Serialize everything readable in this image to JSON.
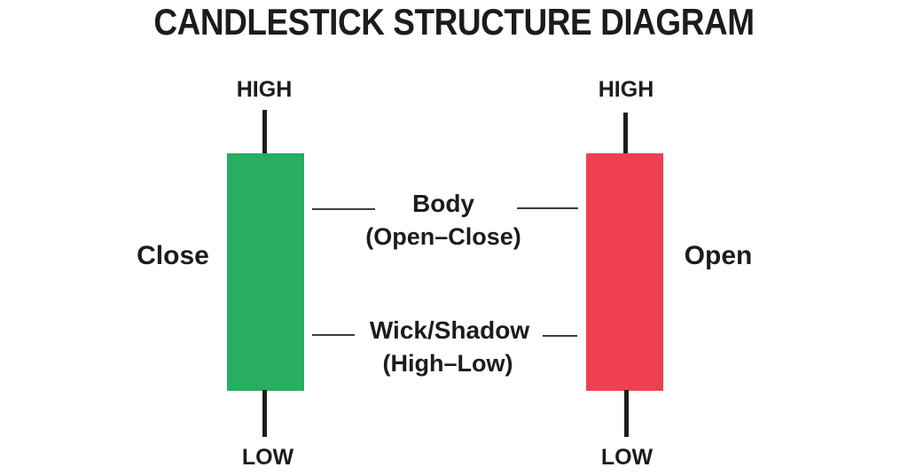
{
  "title": "CANDLESTICK STRUCTURE DIAGRAM",
  "colors": {
    "background": "#ffffff",
    "text": "#1c1c1c",
    "bullish_body": "#27ae60",
    "bearish_body": "#ef4050",
    "wick": "#1d1d1d",
    "callout_line": "#3d3d3d"
  },
  "bullish_candle": {
    "high_label": "HIGH",
    "low_label": "LOW",
    "side_label": "Close"
  },
  "bearish_candle": {
    "high_label": "HIGH",
    "low_label": "LOW",
    "side_label": "Open"
  },
  "annotations": {
    "body_label": "Body",
    "body_sublabel": "(Open–Close)",
    "wick_label": "Wick/Shadow",
    "wick_sublabel": "(High–Low)"
  }
}
